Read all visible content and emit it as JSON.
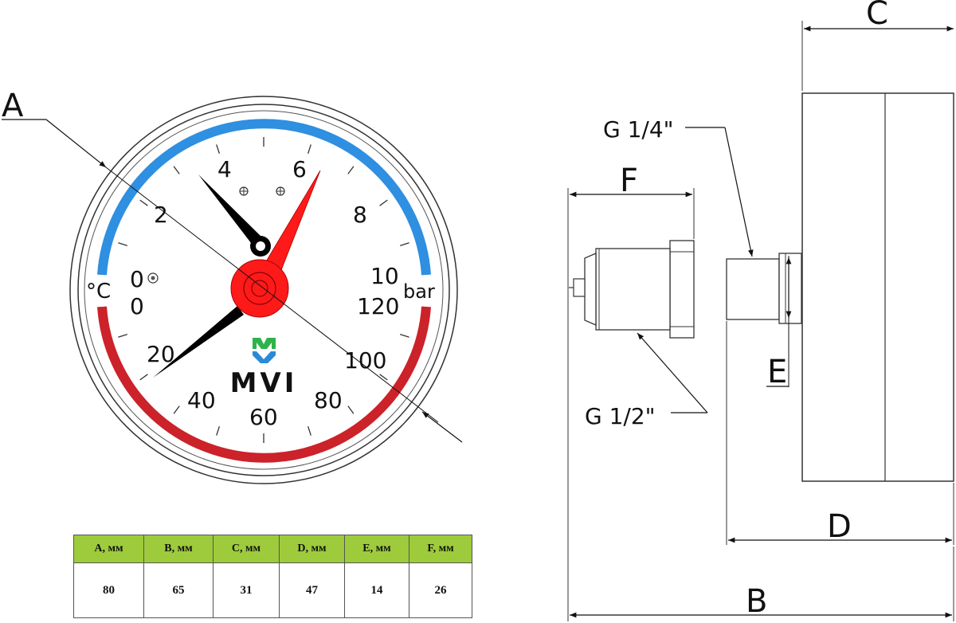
{
  "gauge": {
    "left_labels": {
      "unit": "°C",
      "pressure_zero": "0",
      "temp_zero": "0"
    },
    "right_labels": {
      "ten": "10",
      "unit": "bar",
      "temp_max": "120"
    },
    "pressure_scale": [
      "2",
      "4",
      "6",
      "8"
    ],
    "temperature_scale": [
      "20",
      "40",
      "60",
      "80",
      "100"
    ],
    "brand": "MVI",
    "colors": {
      "pressure_arc": "#2f8fe0",
      "temperature_arc": "#cc2229",
      "pressure_pointer": "#ff1a1a",
      "logo_green": "#2fb24a",
      "logo_blue": "#2a8ad8"
    }
  },
  "dimensions": {
    "a": "A",
    "b": "B",
    "c": "C",
    "d": "D",
    "e": "E",
    "f": "F"
  },
  "threads": {
    "inner": "G 1/4\"",
    "outer": "G 1/2\""
  },
  "table": {
    "headers": [
      "A, мм",
      "B, мм",
      "C, мм",
      "D, мм",
      "E, мм",
      "F, мм"
    ],
    "values": [
      "80",
      "65",
      "31",
      "47",
      "14",
      "26"
    ]
  }
}
